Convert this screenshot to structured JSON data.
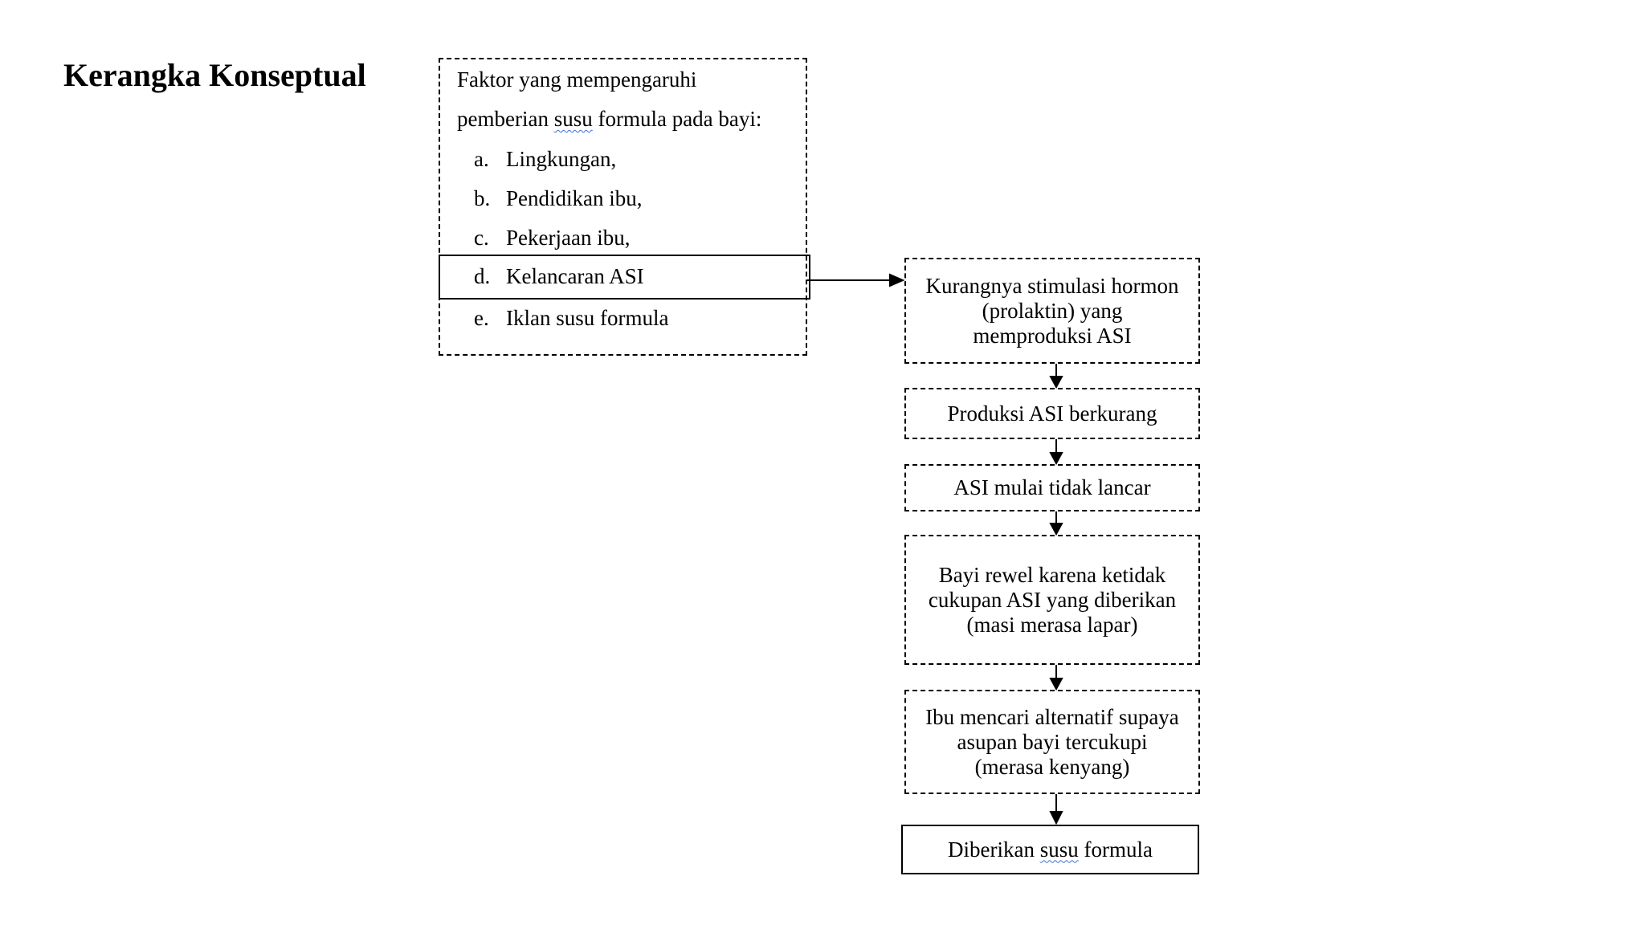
{
  "title": "Kerangka Konseptual",
  "factors": {
    "heading_line1": "Faktor yang mempengaruhi",
    "heading_line2_pre": "pemberian ",
    "heading_line2_squiggle": "susu",
    "heading_line2_post": " formula pada bayi:",
    "items": [
      {
        "marker": "a.",
        "label": "Lingkungan,"
      },
      {
        "marker": "b.",
        "label": "Pendidikan ibu,"
      },
      {
        "marker": "c.",
        "label": "Pekerjaan ibu,"
      },
      {
        "marker": "d.",
        "label": "Kelancaran ASI"
      },
      {
        "marker": "e.",
        "label": "Iklan susu formula"
      }
    ]
  },
  "flow": [
    {
      "text": "Kurangnya stimulasi hormon (prolaktin) yang memproduksi ASI"
    },
    {
      "text": "Produksi ASI berkurang"
    },
    {
      "text": "ASI mulai tidak lancar"
    },
    {
      "text": "Bayi rewel karena ketidak cukupan ASI yang diberikan (masi merasa lapar)"
    },
    {
      "text": "Ibu mencari alternatif supaya asupan bayi tercukupi (merasa kenyang)"
    }
  ],
  "final": {
    "pre": "Diberikan ",
    "squiggle": "susu",
    "post": " formula"
  }
}
